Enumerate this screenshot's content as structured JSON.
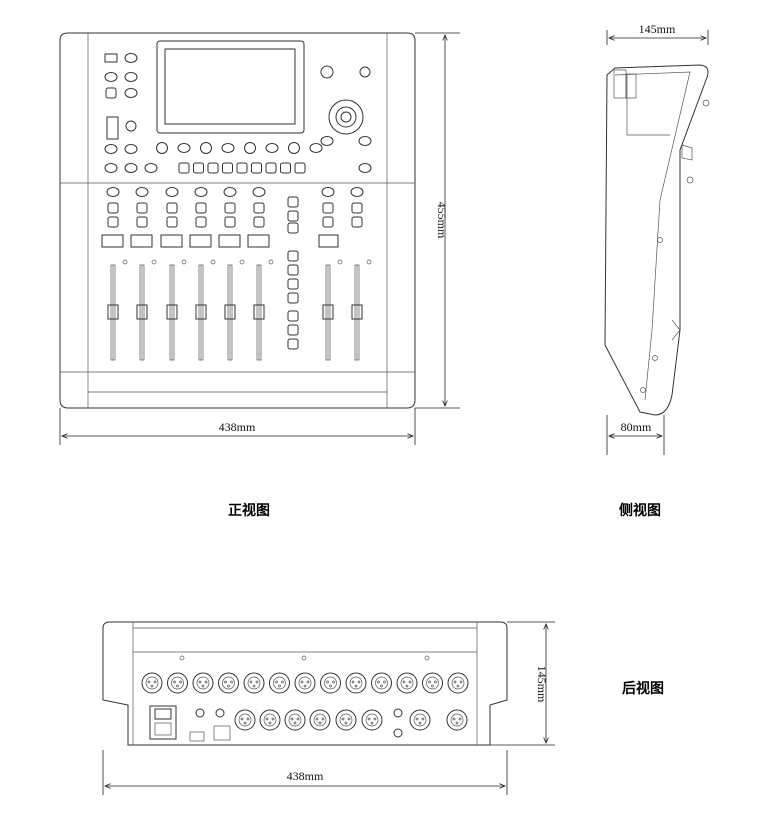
{
  "front_view": {
    "caption": "正视图",
    "width_label": "438mm",
    "height_label": "455mm",
    "channel_strips": 6,
    "master_strips": 2
  },
  "side_view": {
    "caption": "侧视图",
    "depth_top_label": "145mm",
    "depth_bottom_label": "80mm"
  },
  "rear_view": {
    "caption": "后视图",
    "width_label": "438mm",
    "height_label": "145mm",
    "xlr_top_row": 13,
    "xlr_bottom_row": 8
  },
  "colors": {
    "line": "#333333",
    "background": "#ffffff"
  }
}
